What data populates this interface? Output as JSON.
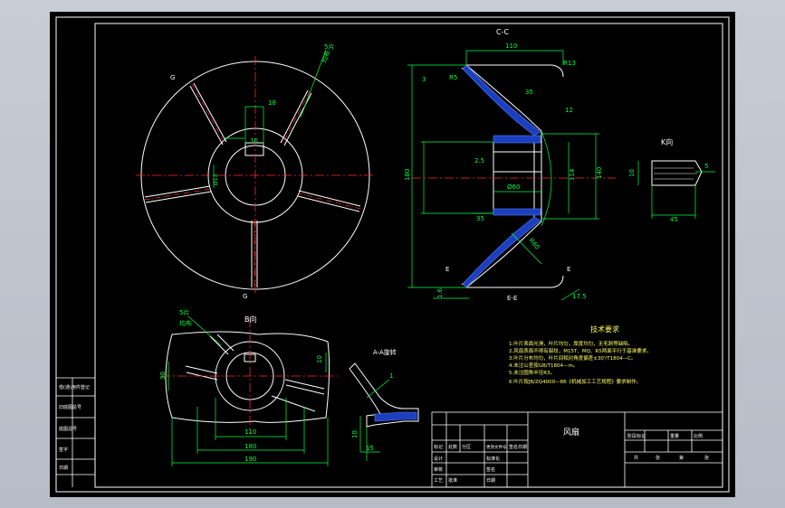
{
  "drawing": {
    "title": "风扇",
    "colors": {
      "background": "#000000",
      "frame": "#ffffff",
      "centerline": "#ff2a2a",
      "dimension": "#00ff44",
      "outline": "#ffffff",
      "hatch": "#3a6bff",
      "text_yellow": "#ffff66"
    }
  },
  "front_view": {
    "label_top": "G",
    "label_bottom": "G",
    "blade_note": "5片",
    "blade_note2": "均布",
    "dim_hole": "10",
    "dim_keyway": "18",
    "dim_bore": "Ø13"
  },
  "section_cc": {
    "title": "C-C",
    "dim_top": "110",
    "dim_r": "R13",
    "dim_35": "35",
    "dim_12": "12",
    "dim_25": "2.5",
    "dim_60": "Ø60",
    "dim_35b": "35",
    "dim_r60": "R60",
    "dim_140": "140",
    "dim_114": "114",
    "dim_180": "180",
    "dim_r5": "R5",
    "dim_left": "3",
    "dim_bottom": "17.5",
    "dim_bl": "1.6",
    "label_e": "E",
    "label_e2": "E",
    "label_ee": "E-E"
  },
  "view_k": {
    "title": "K向",
    "dim_w": "45",
    "dim_h": "10",
    "dim_5": "5"
  },
  "view_b": {
    "title": "B向",
    "blade_note": "5片",
    "blade_note2": "均布",
    "dim_110": "110",
    "dim_180": "180",
    "dim_190": "190",
    "dim_30": "30",
    "dim_10": "10"
  },
  "view_aa": {
    "title": "A-A旋转",
    "dim_1": "1",
    "dim_15": "15",
    "dim_10": "10"
  },
  "tech_req": {
    "heading": "技术要求",
    "lines": [
      "1.叶片表面光滑，叶片均匀，厚度均匀，无毛刺等缺陷。",
      "2.风扇表面不得有裂纹，M15T、MQ、R5两面平行于基准要求。",
      "3.叶片分布均匀，叶片间相对角度偏差±30'/T1804—C。",
      "4.未注公差按GB/T1804—m。",
      "5.未注圆角半径R3。",
      "6.叶片按JB/ZQ4000—86《机械加工工艺规程》要求制作。"
    ]
  },
  "title_block": {
    "name": "风扇",
    "header_cells": [
      "标记",
      "处数",
      "分区",
      "更改文件号",
      "签名",
      "日期"
    ],
    "role_cells": [
      "设计",
      "审核",
      "工艺",
      "批准"
    ],
    "std_label": "标准化",
    "sign_label": "签名",
    "date_label": "日期",
    "right_cells": [
      "阶段标记",
      "重量",
      "比例"
    ],
    "sheet_cells": [
      "共",
      "张",
      "第",
      "张"
    ]
  },
  "side_strip": {
    "cells": [
      "借(通)用件登记",
      "旧底图总号",
      "底图总号",
      "签字",
      "日期"
    ]
  }
}
